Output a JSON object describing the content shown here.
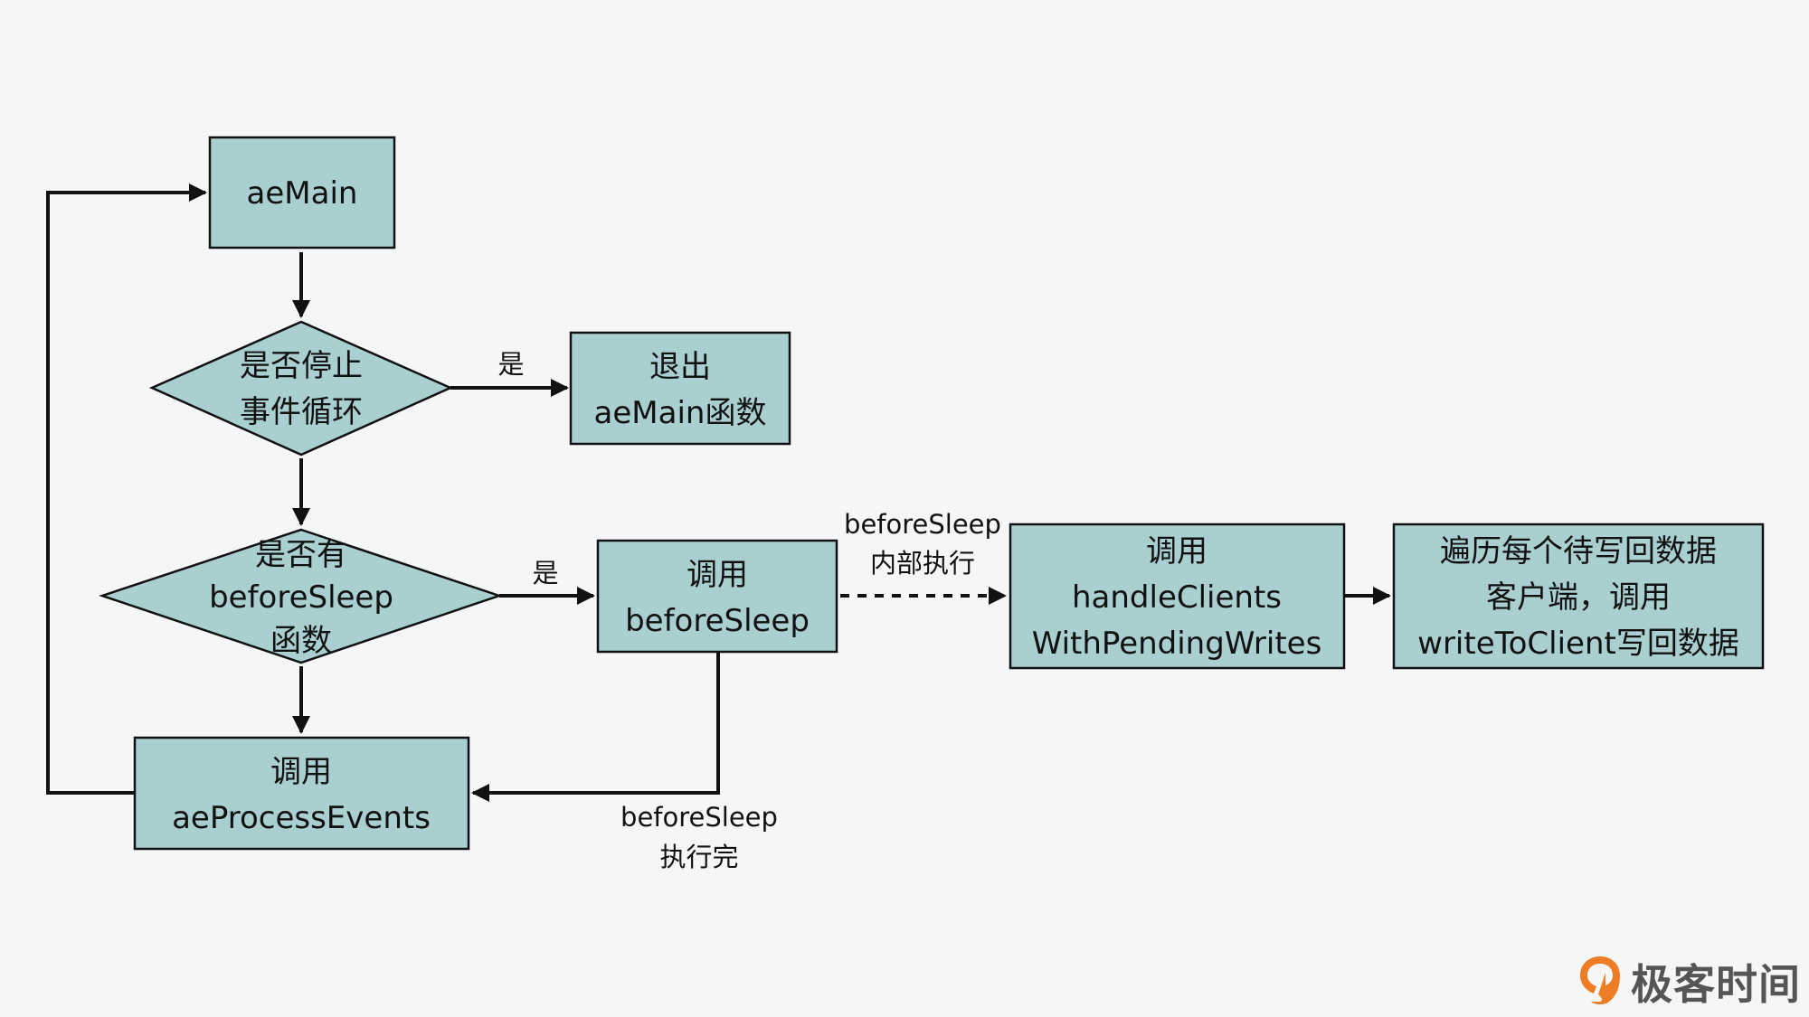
{
  "diagram": {
    "colors": {
      "node_fill": "#a9cfd0",
      "stroke": "#111111",
      "background": "#f5f6f8",
      "logo_orange": "#ee7d26",
      "logo_text": "#555555"
    },
    "nodes": {
      "aemain": {
        "lines": [
          "aeMain"
        ]
      },
      "stop_decision": {
        "lines": [
          "是否停止",
          "事件循环"
        ]
      },
      "exit": {
        "lines": [
          "退出",
          "aeMain函数"
        ]
      },
      "has_beforesleep_decision": {
        "lines": [
          "是否有",
          "beforeSleep",
          "函数"
        ]
      },
      "call_beforesleep": {
        "lines": [
          "调用",
          "beforeSleep"
        ]
      },
      "call_handleclients": {
        "lines": [
          "调用",
          "handleClients",
          "WithPendingWrites"
        ]
      },
      "iterate_clients": {
        "lines": [
          "遍历每个待写回数据",
          "客户端，调用",
          "writeToClient写回数据"
        ]
      },
      "call_aeprocessevents": {
        "lines": [
          "调用",
          "aeProcessEvents"
        ]
      }
    },
    "edges": {
      "stop_yes": {
        "label": "是"
      },
      "has_yes": {
        "label": "是"
      },
      "inner_exec": {
        "lines": [
          "beforeSleep",
          "内部执行"
        ],
        "style": "dashed"
      },
      "done_exec": {
        "lines": [
          "beforeSleep",
          "执行完"
        ]
      }
    }
  },
  "logo": {
    "text": "极客时间",
    "icon": "geektime-logo-icon"
  }
}
